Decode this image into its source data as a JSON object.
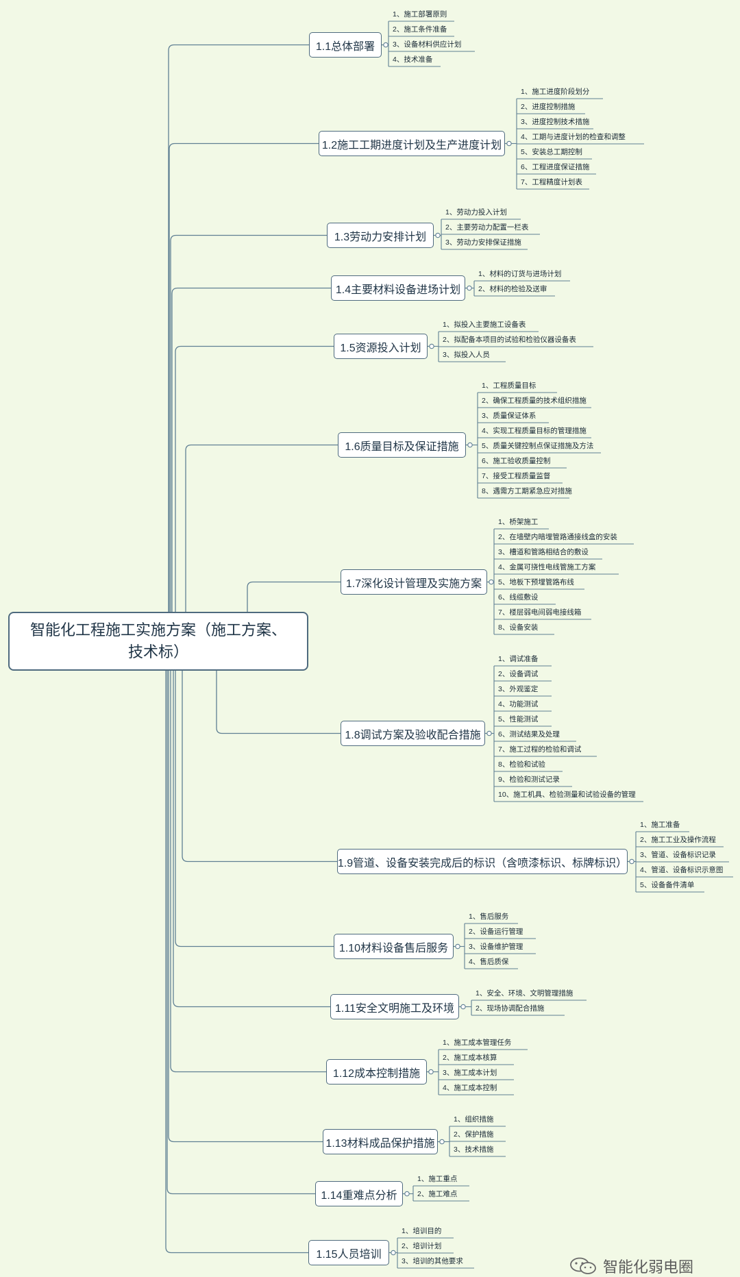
{
  "root": {
    "title": "智能化工程施工实施方案（施工方案、技术标）"
  },
  "topics": [
    {
      "label": "1.1总体部署",
      "items": [
        "1、施工部署原则",
        "2、施工条件准备",
        "3、设备材料供应计划",
        "4、技术准备"
      ]
    },
    {
      "label": "1.2施工工期进度计划及生产进度计划",
      "items": [
        "1、施工进度阶段划分",
        "2、进度控制措施",
        "3、进度控制技术措施",
        "4、工期与进度计划的检查和调整",
        "5、安装总工期控制",
        "6、工程进度保证措施",
        "7、工程精度计划表"
      ]
    },
    {
      "label": "1.3劳动力安排计划",
      "items": [
        "1、劳动力投入计划",
        "2、主要劳动力配置一栏表",
        "3、劳动力安排保证措施"
      ]
    },
    {
      "label": "1.4主要材料设备进场计划",
      "items": [
        "1、材料的订货与进场计划",
        "2、材料的检验及送审"
      ]
    },
    {
      "label": "1.5资源投入计划",
      "items": [
        "1、拟投入主要施工设备表",
        "2、拟配备本项目的试验和检验仪器设备表",
        "3、拟投入人员"
      ]
    },
    {
      "label": "1.6质量目标及保证措施",
      "items": [
        "1、工程质量目标",
        "2、确保工程质量的技术组织措施",
        "3、质量保证体系",
        "4、实现工程质量目标的管理措施",
        "5、质量关键控制点保证措施及方法",
        "6、施工验收质量控制",
        "7、接受工程质量监督",
        "8、遇需方工期紧急应对措施"
      ]
    },
    {
      "label": "1.7深化设计管理及实施方案",
      "items": [
        "1、桥架施工",
        "2、在墙壁内暗埋管路通接线盒的安装",
        "3、槽道和管路相结合的敷设",
        "4、金属可挠性电线管施工方案",
        "5、地板下预埋管路布线",
        "6、线缆敷设",
        "7、楼层弱电间弱电接线箱",
        "8、设备安装"
      ]
    },
    {
      "label": "1.8调试方案及验收配合措施",
      "items": [
        "1、调试准备",
        "2、设备调试",
        "3、外观鉴定",
        "4、功能测试",
        "5、性能测试",
        "6、测试结果及处理",
        "7、施工过程的检验和调试",
        "8、检验和试验",
        "9、检验和测试记录",
        "10、施工机具、检验测量和试验设备的管理"
      ]
    },
    {
      "label": "1.9管道、设备安装完成后的标识（含喷漆标识、标牌标识）",
      "items": [
        "1、施工准备",
        "2、施工工业及操作流程",
        "3、管道、设备标识记录",
        "4、管道、设备标识示意图",
        "5、设备备件清单"
      ]
    },
    {
      "label": "1.10材料设备售后服务",
      "items": [
        "1、售后服务",
        "2、设备运行管理",
        "3、设备维护管理",
        "4、售后质保"
      ]
    },
    {
      "label": "1.11安全文明施工及环境",
      "items": [
        "1、安全、环境、文明管理措施",
        "2、现场协调配合措施"
      ]
    },
    {
      "label": "1.12成本控制措施",
      "items": [
        "1、施工成本管理任务",
        "2、施工成本核算",
        "3、施工成本计划",
        "4、施工成本控制"
      ]
    },
    {
      "label": "1.13材料成品保护措施",
      "items": [
        "1、组织措施",
        "2、保护措施",
        "3、技术措施"
      ]
    },
    {
      "label": "1.14重难点分析",
      "items": [
        "1、施工重点",
        "2、施工难点"
      ]
    },
    {
      "label": "1.15人员培训",
      "items": [
        "1、培训目的",
        "2、培训计划",
        "3、培训的其他要求"
      ]
    }
  ],
  "watermark": {
    "text": "智能化弱电圈",
    "icon": "wechat-icon"
  },
  "colors": {
    "background": "#f2f9e6",
    "line": "#5f7f93",
    "border": "#4e6a7e",
    "text": "#1f3446"
  }
}
